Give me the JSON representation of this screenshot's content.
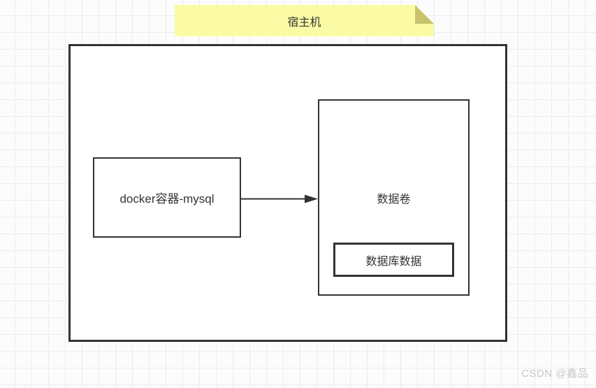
{
  "diagram": {
    "note_label": "宿主机",
    "container_label": "docker容器-mysql",
    "volume_label": "数据卷",
    "db_data_label": "数据库数据"
  },
  "colors": {
    "note_fill": "#fbfba5",
    "note_fold_fill": "#c6c36c",
    "shape_stroke": "#333333",
    "shape_fill": "#ffffff",
    "grid_line": "#ececec",
    "canvas_background": "#fcfcfc",
    "watermark_text": "#c9c9c9"
  },
  "watermark": {
    "text": "CSDN @鑫品"
  }
}
